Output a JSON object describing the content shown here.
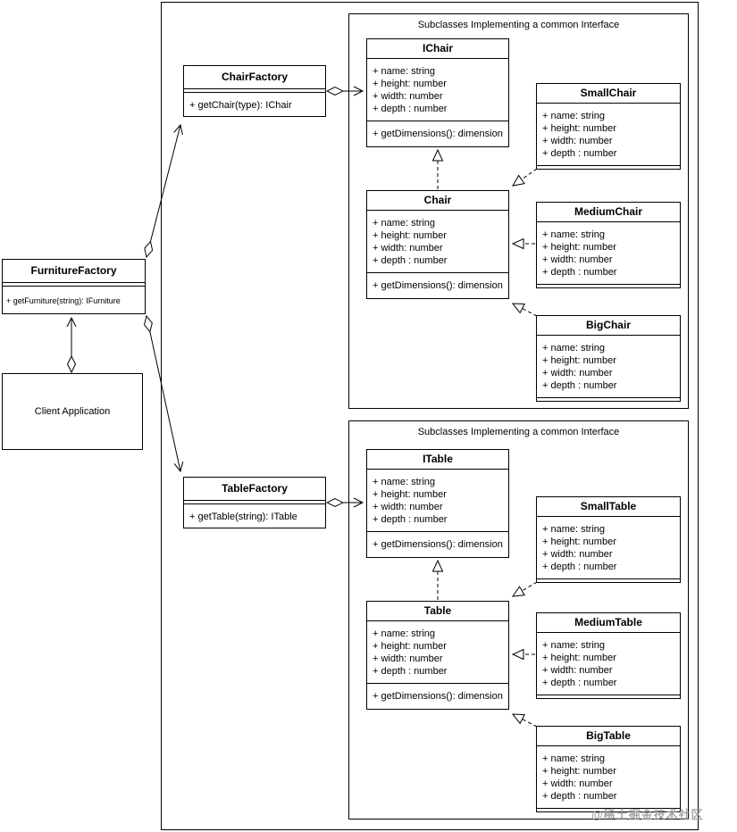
{
  "page": {
    "watermark": "@稀土掘金技术社区"
  },
  "groups": {
    "chair_group": {
      "label": "Subclasses Implementing a common Interface"
    },
    "table_group": {
      "label": "Subclasses Implementing a common Interface"
    }
  },
  "classes": {
    "furniture_factory": {
      "name": "FurnitureFactory",
      "methods": [
        "+ getFurniture(string): IFurniture"
      ]
    },
    "client_application": {
      "name": "Client Application"
    },
    "chair_factory": {
      "name": "ChairFactory",
      "methods": [
        "+ getChair(type): IChair"
      ]
    },
    "table_factory": {
      "name": "TableFactory",
      "methods": [
        "+ getTable(string): ITable"
      ]
    },
    "ichair": {
      "name": "IChair",
      "attributes": [
        "+ name: string",
        "+ height: number",
        "+ width: number",
        "+ depth : number"
      ],
      "methods": [
        "+ getDimensions(): dimension"
      ]
    },
    "chair": {
      "name": "Chair",
      "attributes": [
        "+ name: string",
        "+ height: number",
        "+ width: number",
        "+ depth : number"
      ],
      "methods": [
        "+ getDimensions(): dimension"
      ]
    },
    "small_chair": {
      "name": "SmallChair",
      "attributes": [
        "+ name: string",
        "+ height: number",
        "+ width: number",
        "+ depth : number"
      ]
    },
    "medium_chair": {
      "name": "MediumChair",
      "attributes": [
        "+ name: string",
        "+ height: number",
        "+ width: number",
        "+ depth : number"
      ]
    },
    "big_chair": {
      "name": "BigChair",
      "attributes": [
        "+ name: string",
        "+ height: number",
        "+ width: number",
        "+ depth : number"
      ]
    },
    "itable": {
      "name": "ITable",
      "attributes": [
        "+ name: string",
        "+ height: number",
        "+ width: number",
        "+ depth : number"
      ],
      "methods": [
        "+ getDimensions(): dimension"
      ]
    },
    "table": {
      "name": "Table",
      "attributes": [
        "+ name: string",
        "+ height: number",
        "+ width: number",
        "+ depth : number"
      ],
      "methods": [
        "+ getDimensions(): dimension"
      ]
    },
    "small_table": {
      "name": "SmallTable",
      "attributes": [
        "+ name: string",
        "+ height: number",
        "+ width: number",
        "+ depth : number"
      ]
    },
    "medium_table": {
      "name": "MediumTable",
      "attributes": [
        "+ name: string",
        "+ height: number",
        "+ width: number",
        "+ depth : number"
      ]
    },
    "big_table": {
      "name": "BigTable",
      "attributes": [
        "+ name: string",
        "+ height: number",
        "+ width: number",
        "+ depth : number"
      ]
    }
  },
  "relationships": [
    {
      "from": "Client Application",
      "to": "FurnitureFactory",
      "type": "aggregation-arrow"
    },
    {
      "from": "FurnitureFactory",
      "to": "ChairFactory",
      "type": "aggregation-arrow"
    },
    {
      "from": "FurnitureFactory",
      "to": "TableFactory",
      "type": "aggregation-arrow"
    },
    {
      "from": "ChairFactory",
      "to": "IChair",
      "type": "aggregation-arrow"
    },
    {
      "from": "TableFactory",
      "to": "ITable",
      "type": "aggregation-arrow"
    },
    {
      "from": "Chair",
      "to": "IChair",
      "type": "realization"
    },
    {
      "from": "SmallChair",
      "to": "Chair",
      "type": "realization"
    },
    {
      "from": "MediumChair",
      "to": "Chair",
      "type": "realization"
    },
    {
      "from": "BigChair",
      "to": "Chair",
      "type": "realization"
    },
    {
      "from": "Table",
      "to": "ITable",
      "type": "realization"
    },
    {
      "from": "SmallTable",
      "to": "Table",
      "type": "realization"
    },
    {
      "from": "MediumTable",
      "to": "Table",
      "type": "realization"
    },
    {
      "from": "BigTable",
      "to": "Table",
      "type": "realization"
    }
  ],
  "colors": {
    "line": "#000000",
    "background": "#ffffff",
    "watermark": "#949494"
  }
}
